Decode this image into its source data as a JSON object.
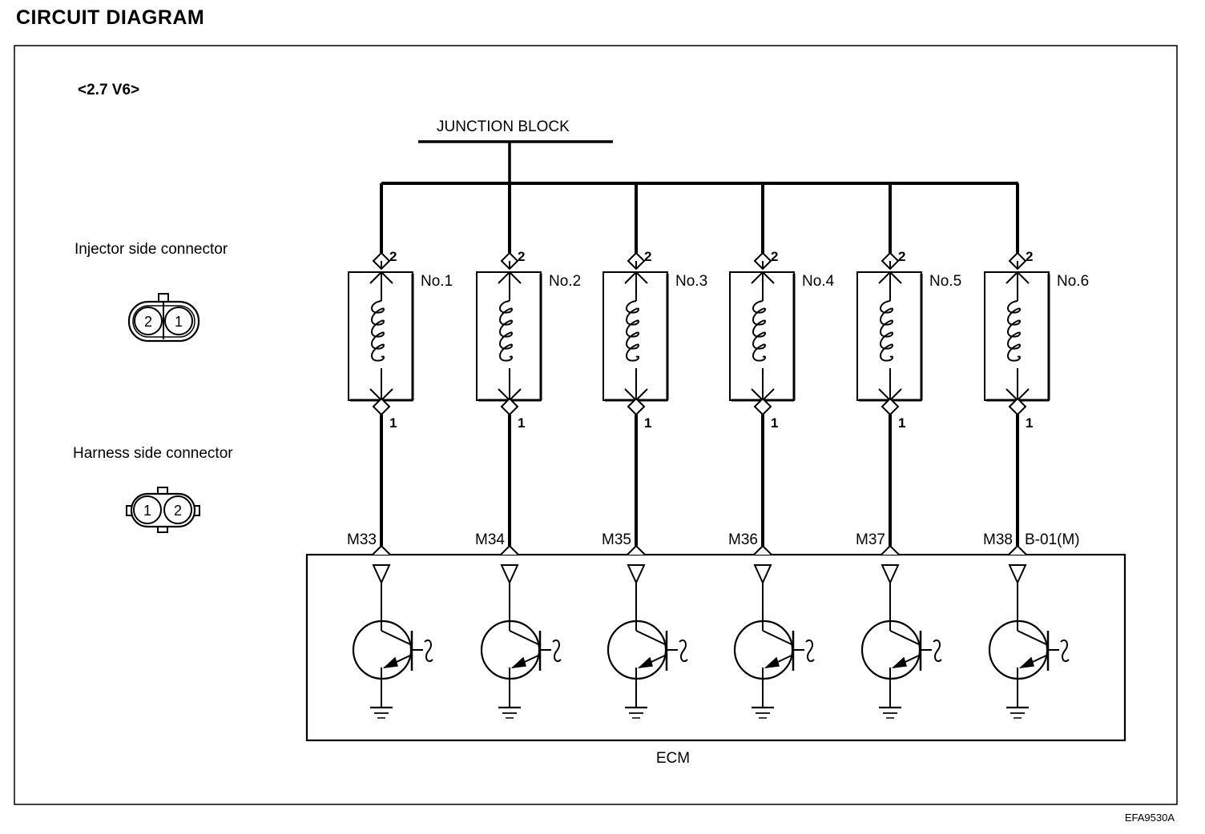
{
  "header": {
    "title": "CIRCUIT  DIAGRAM"
  },
  "diagram": {
    "engine_label": "<2.7 V6>",
    "junction_block_label": "JUNCTION BLOCK",
    "ecm_label": "ECM",
    "ecm_connector_label": "B-01(M)",
    "injector_connector": {
      "label": "Injector side connector",
      "pin_left": "2",
      "pin_right": "1"
    },
    "harness_connector": {
      "label": "Harness side connector",
      "pin_left": "1",
      "pin_right": "2"
    },
    "injectors": [
      {
        "name": "No.1",
        "top_pin": "2",
        "bottom_pin": "1",
        "ecm_pin": "M33"
      },
      {
        "name": "No.2",
        "top_pin": "2",
        "bottom_pin": "1",
        "ecm_pin": "M34"
      },
      {
        "name": "No.3",
        "top_pin": "2",
        "bottom_pin": "1",
        "ecm_pin": "M35"
      },
      {
        "name": "No.4",
        "top_pin": "2",
        "bottom_pin": "1",
        "ecm_pin": "M36"
      },
      {
        "name": "No.5",
        "top_pin": "2",
        "bottom_pin": "1",
        "ecm_pin": "M37"
      },
      {
        "name": "No.6",
        "top_pin": "2",
        "bottom_pin": "1",
        "ecm_pin": "M38"
      }
    ]
  },
  "footer": {
    "ref_code": "EFA9530A"
  }
}
